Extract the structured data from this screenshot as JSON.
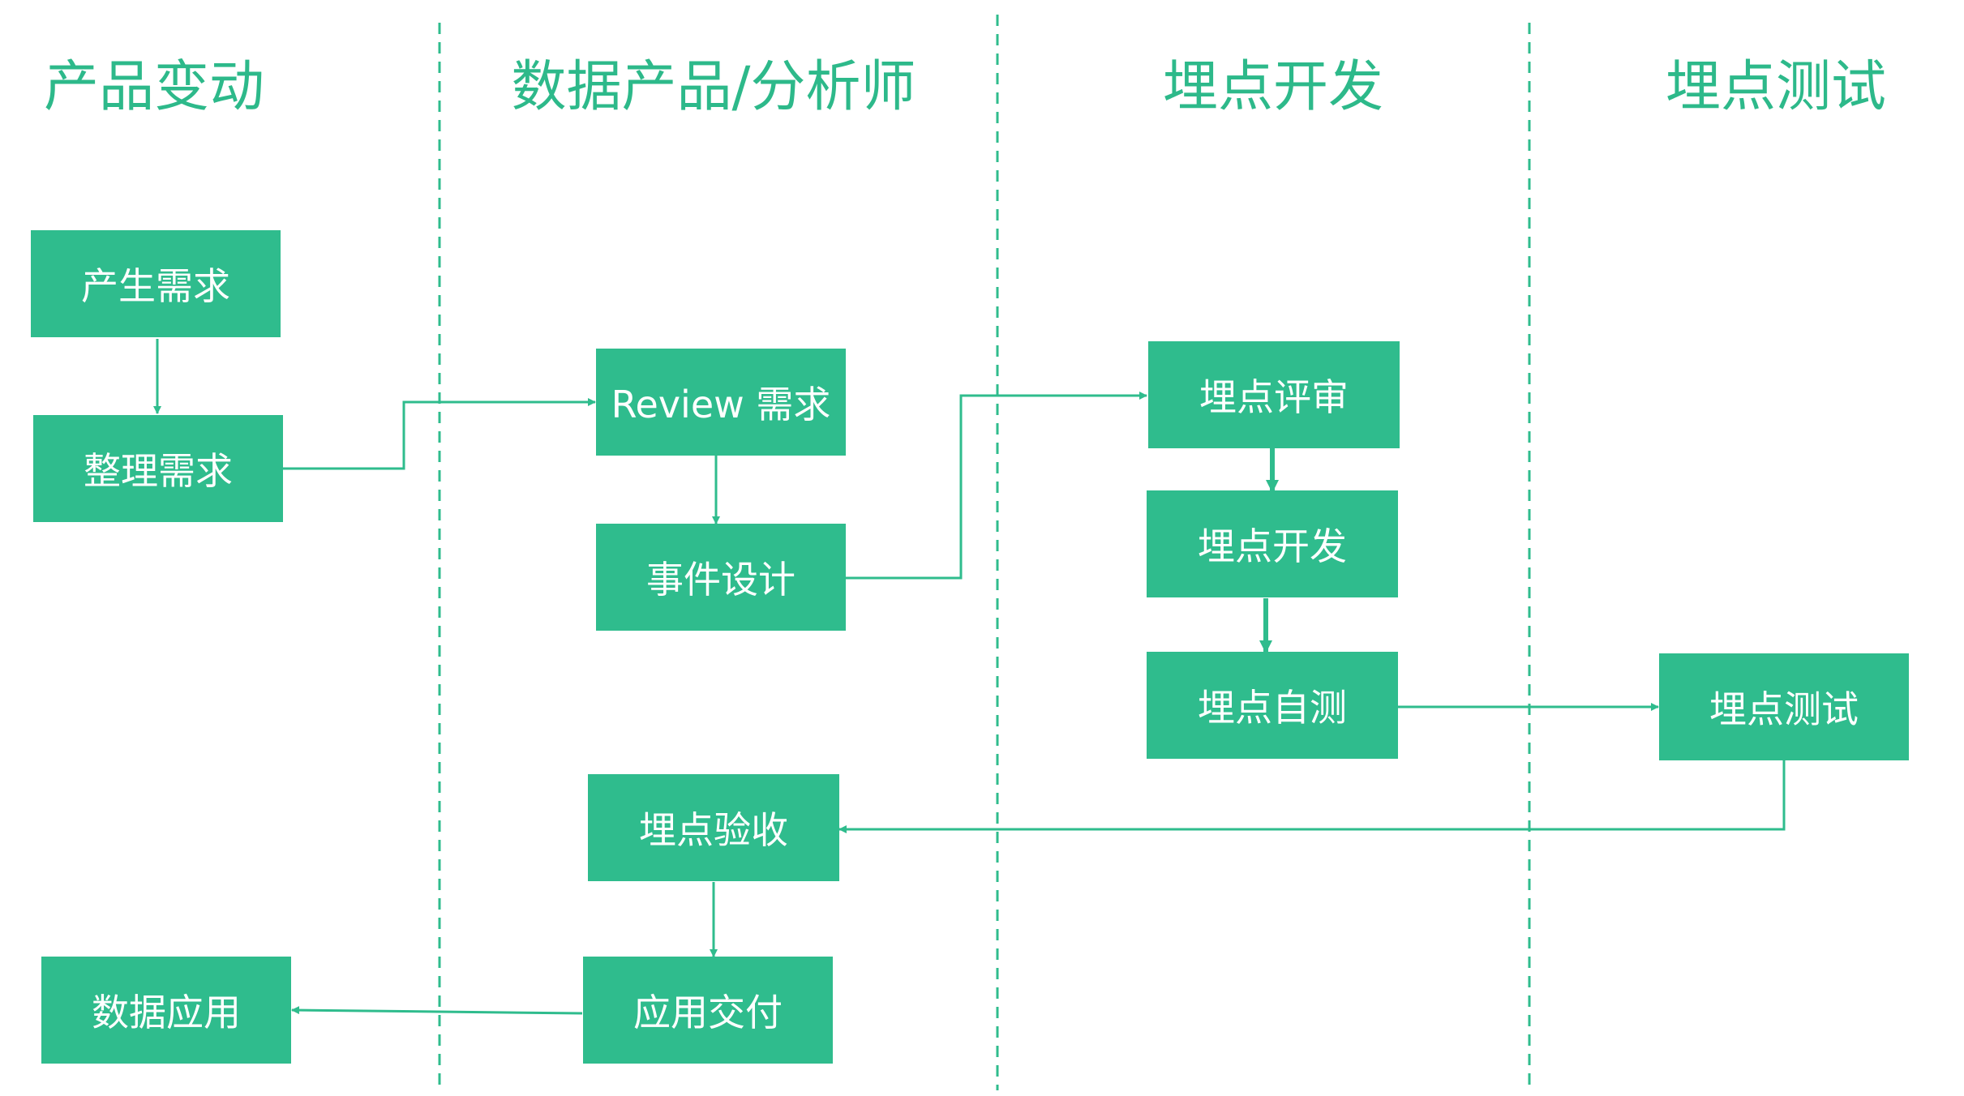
{
  "lanes": [
    {
      "title": "产品变动"
    },
    {
      "title": "数据产品/分析师"
    },
    {
      "title": "埋点开发"
    },
    {
      "title": "埋点测试"
    }
  ],
  "nodes": {
    "create_req": "产生需求",
    "organize_req": "整理需求",
    "review_req": "Review 需求",
    "event_design": "事件设计",
    "tracking_review": "埋点评审",
    "tracking_dev": "埋点开发",
    "self_test": "埋点自测",
    "tracking_test": "埋点测试",
    "acceptance": "埋点验收",
    "delivery": "应用交付",
    "data_app": "数据应用"
  },
  "colors": {
    "accent": "#2fbc8d",
    "title": "#2db98a",
    "box_text": "#ffffff"
  }
}
